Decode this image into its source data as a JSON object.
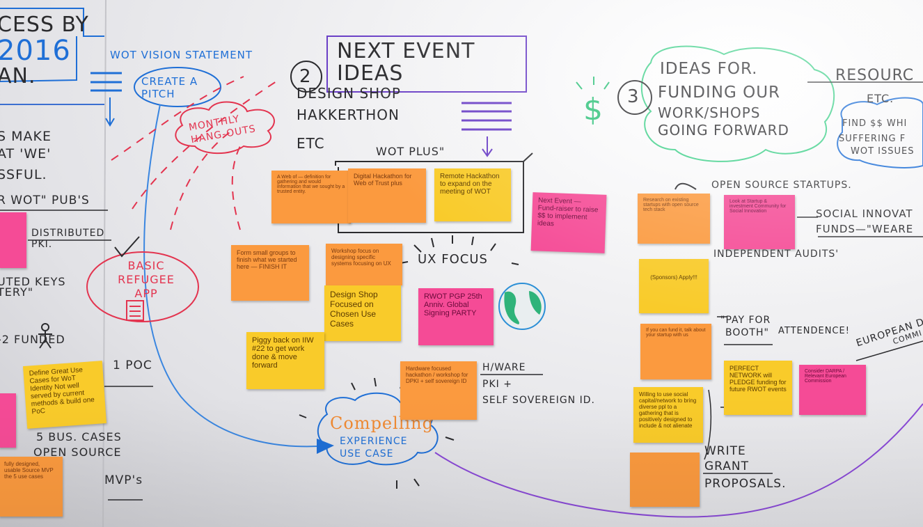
{
  "top_left": {
    "line1": "CESS BY",
    "line2": "2016",
    "line3": "AN.",
    "wot_vision": "WOT VISION STATEMENT",
    "create_pitch": "CREATE A PITCH",
    "monthly": "MONTHLY HANG-OUTS",
    "make": "S MAKE",
    "we": "AT 'WE'",
    "ssful": "SSFUL.",
    "wot_pubs": "R WOT\" PUB'S",
    "distributed": "DISTRIBUTED PKI.",
    "uted_keys": "UTED KEYS",
    "tery": "TERY\"",
    "basic_app": "BASIC REFUGEE APP",
    "funded": "-2 FUNDED",
    "poc": "1 POC",
    "bus_cases": "5 BUS. CASES",
    "open_source": "OPEN SOURCE",
    "mvps": "MVP's"
  },
  "center": {
    "next_event": "NEXT EVENT",
    "ideas": "IDEAS",
    "num2": "2",
    "design_shop": "DESIGN SHOP",
    "hakkerthon": "HAKKERTHON",
    "etc": "ETC",
    "wot_plus": "WOT PLUS\"",
    "ux_focus": "UX FOCUS",
    "hware": "H/WARE",
    "pki": "PKI +",
    "self_sov": "SELF SOVEREIGN ID.",
    "compelling": "Compelling",
    "experience": "EXPERIENCE",
    "use_case": "USE CASE"
  },
  "right": {
    "num3": "3",
    "ideas_for": "IDEAS FOR.",
    "funding": "FUNDING OUR",
    "workshops": "WORK/SHOPS",
    "going": "GOING FORWARD",
    "resources": "RESOURC",
    "etc": "ETC.",
    "find": "FIND $$ WHI",
    "suffering": "SUFFERING F",
    "wot_issues": "WOT ISSUES",
    "open_source_startups": "OPEN SOURCE STARTUPS.",
    "social": "SOCIAL INNOVAT",
    "funds": "FUNDS—\"WEARE",
    "indep": "INDEPENDENT AUDITS'",
    "pay_for": "\"PAY FOR",
    "booth": "BOOTH\"",
    "attendence": "ATTENDENCE!",
    "european": "EUROPEAN D",
    "commi": "COMMI",
    "write": "WRITE",
    "grant": "GRANT",
    "proposals": "PROPOSALS."
  },
  "notes": {
    "n_defn": "A Web of — definition for gathering and would information that we sought by a trusted entity.",
    "n_digital": "Digital Hackathon for Web of Trust plus",
    "n_remote": "Remote Hackathon to expand on the meeting of WOT",
    "n_next_event": "Next Event — Fund-raiser to raise $$ to implement ideas",
    "n_finish": "Form small groups to finish what we started here — FINISH IT",
    "n_workshop": "Workshop focus on designing specific systems focusing on UX",
    "n_design_shop": "Design Shop Focused on Chosen Use Cases",
    "n_rwot": "RWOT PGP 25th Anniv. Global Signing PARTY",
    "n_piggy": "Piggy back on IIW #22 to get work done & move forward",
    "n_hardware": "Hardware focused hackathon / workshop for DPKI + self sovereign ID",
    "n_define": "Define Great Use Cases for WoT Identity Not well served by current methods & build one PoC",
    "n_fully": "fully designed, usable Source MVP the 5 use cases",
    "n_r1": "Research on existing startups with open source tech stack",
    "n_r2": "Look at Startup & investment Community for Social Innovation",
    "n_r3": "(Sponsors) Apply!!!",
    "n_r4": "If you can fund it, talk about your startup with us",
    "n_perfect": "PERFECT NETWORK will PLEDGE funding for future RWOT events",
    "n_willing": "Willing to use social capital/network to bring diverse ppl to a gathering that is positively designed to include & not alienate",
    "n_eu": "Consider DARPA / Relevant European Commission",
    "n_last": ""
  },
  "colors": {
    "orange_note": "#fb9a3f",
    "yellow_note": "#f9cb2a",
    "pink_note": "#f54b96",
    "marker_blue": "#1f6fd6",
    "marker_red": "#e3344f",
    "marker_purple": "#6a3fc6",
    "marker_green": "#2fc27a",
    "marker_black": "#2b2b2e"
  }
}
